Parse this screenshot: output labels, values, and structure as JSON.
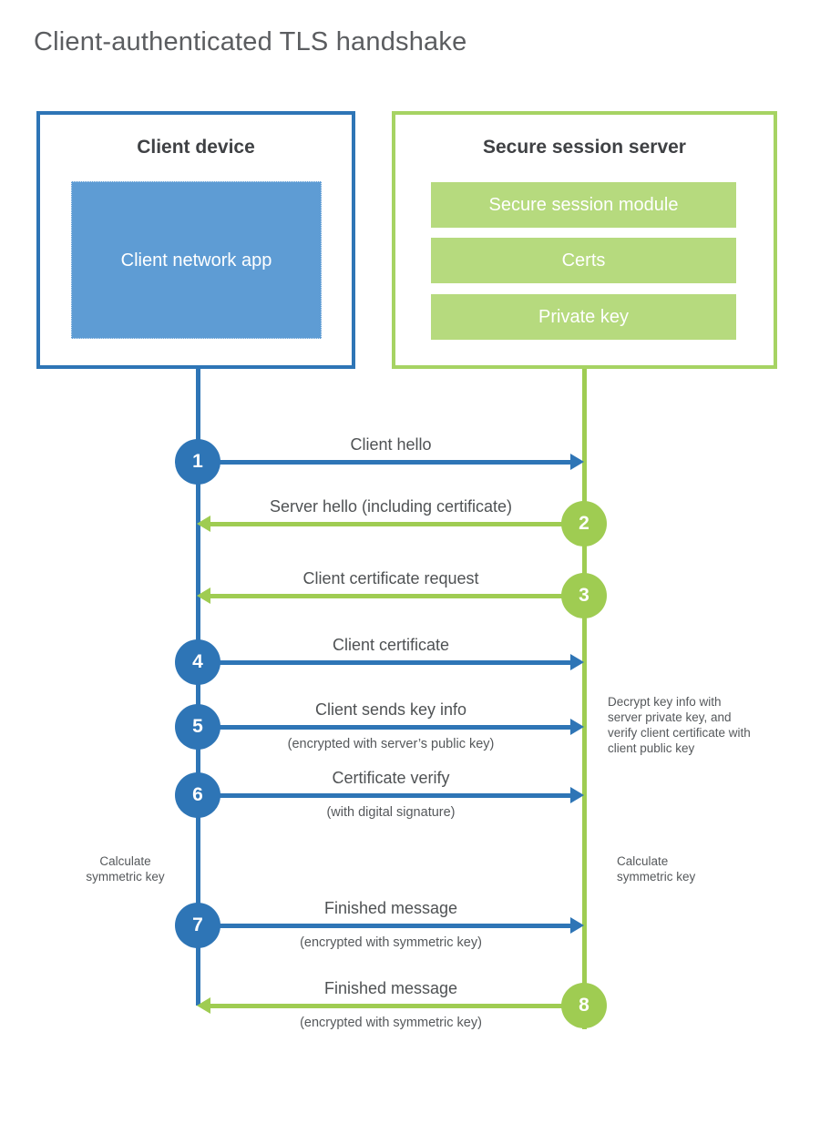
{
  "title": "Client-authenticated TLS handshake",
  "colors": {
    "blue": "#2e75b6",
    "blue_fill": "#5e9cd4",
    "green": "#9fcc52",
    "green_fill": "#b6da7e"
  },
  "client": {
    "title": "Client device",
    "app": "Client network app"
  },
  "server": {
    "title": "Secure session server",
    "modules": [
      "Secure session module",
      "Certs",
      "Private key"
    ]
  },
  "steps": [
    {
      "num": "1",
      "from": "client",
      "label": "Client hello",
      "sub": ""
    },
    {
      "num": "2",
      "from": "server",
      "label": "Server hello (including certificate)",
      "sub": ""
    },
    {
      "num": "3",
      "from": "server",
      "label": "Client certificate request",
      "sub": ""
    },
    {
      "num": "4",
      "from": "client",
      "label": "Client certificate",
      "sub": ""
    },
    {
      "num": "5",
      "from": "client",
      "label": "Client sends key info",
      "sub": "(encrypted with server’s public key)"
    },
    {
      "num": "6",
      "from": "client",
      "label": "Certificate verify",
      "sub": "(with digital signature)"
    },
    {
      "num": "7",
      "from": "client",
      "label": "Finished message",
      "sub": "(encrypted with symmetric key)"
    },
    {
      "num": "8",
      "from": "server",
      "label": "Finished message",
      "sub": "(encrypted with symmetric key)"
    }
  ],
  "notes": {
    "decrypt": "Decrypt key info with server private key, and verify client certificate with client public key",
    "calc_left": "Calculate symmetric key",
    "calc_right": "Calculate symmetric key"
  }
}
